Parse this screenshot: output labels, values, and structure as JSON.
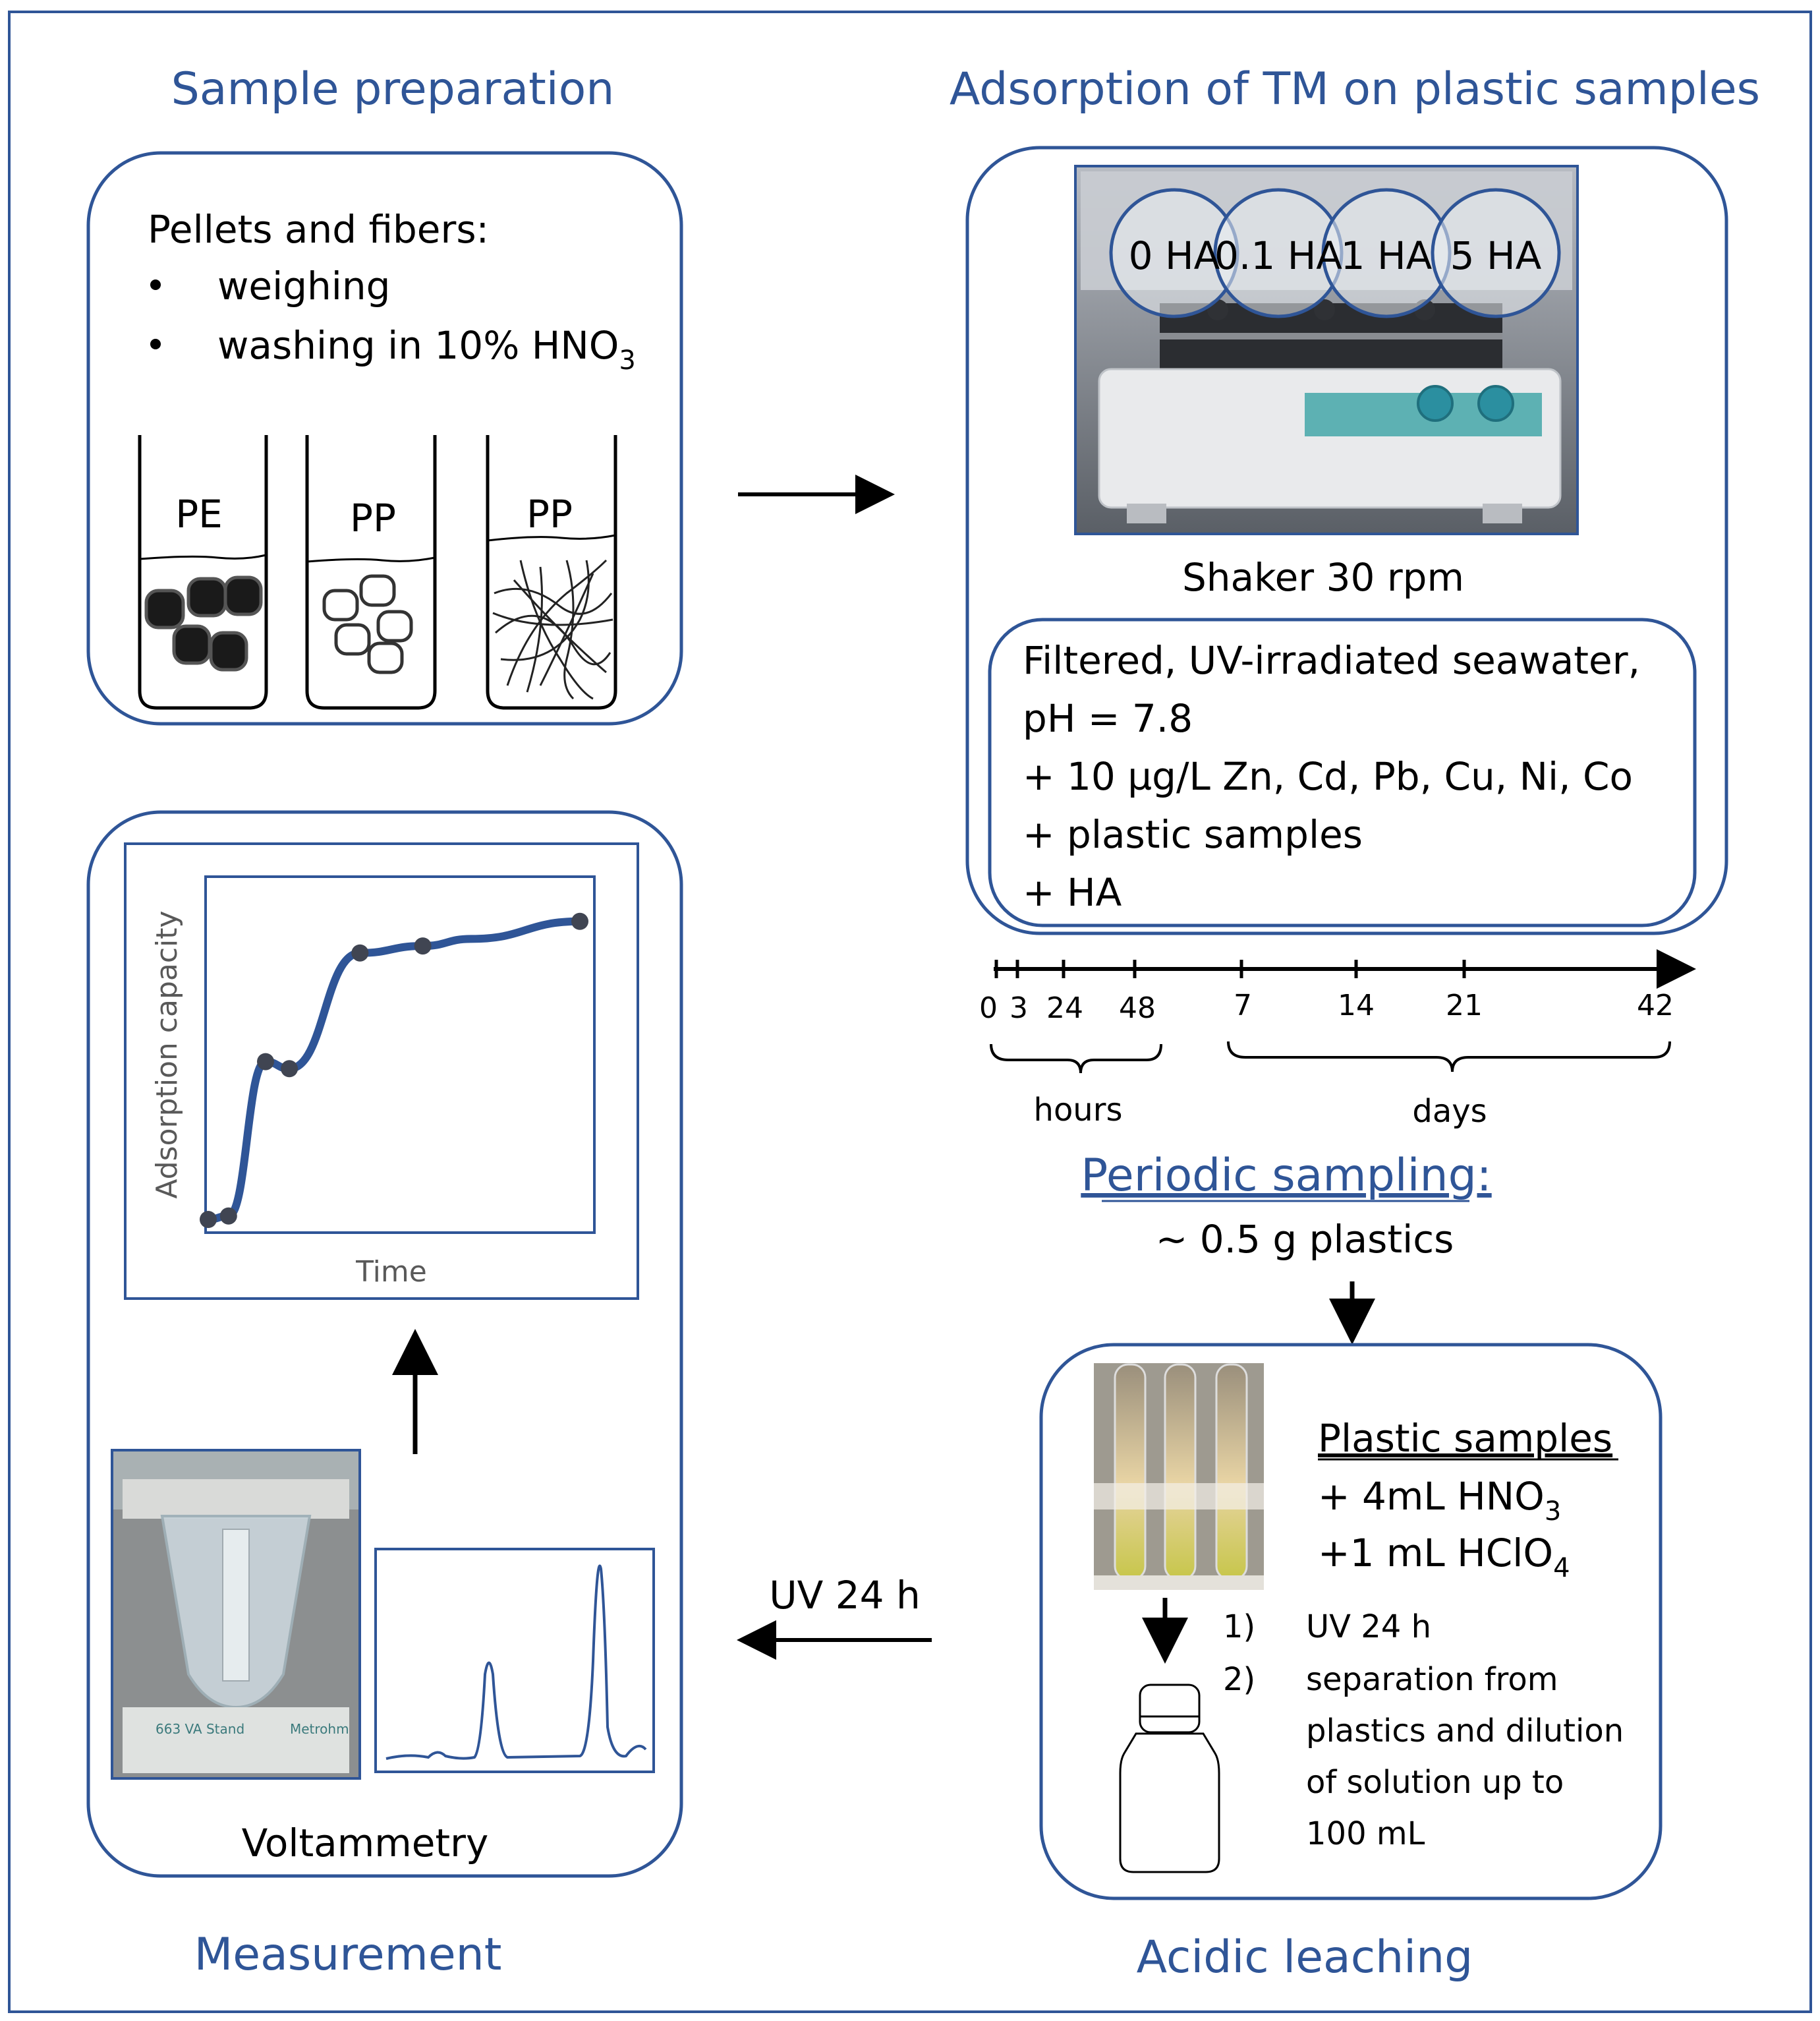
{
  "sections": {
    "sample_preparation": {
      "title": "Sample preparation",
      "heading": "Pellets and fibers:",
      "steps": [
        "weighing",
        "washing in 10% HNO"
      ],
      "step2_subscript": "3",
      "beakers": [
        "PE",
        "PP",
        "PP"
      ]
    },
    "adsorption": {
      "title": "Adsorption of TM on plastic samples",
      "flask_labels": [
        "0 HA",
        "0.1 HA",
        "1 HA",
        "5 HA"
      ],
      "shaker_caption": "Shaker 30 rpm",
      "conditions": [
        "Filtered, UV-irradiated seawater,",
        "pH = 7.8",
        "+ 10 µg/L Zn, Cd, Pb, Cu, Ni, Co",
        "+ plastic samples",
        "+ HA"
      ]
    },
    "timeline": {
      "hour_ticks": [
        "0",
        "3",
        "24",
        "48"
      ],
      "day_ticks": [
        "7",
        "14",
        "21",
        "42"
      ],
      "hours_label": "hours",
      "days_label": "days",
      "sampling_title": "Periodic sampling:",
      "sampling_amount": "~ 0.5 g plastics"
    },
    "acidic_leaching": {
      "title": "Acidic leaching",
      "heading": "Plastic samples",
      "reagent1": "+ 4mL HNO",
      "reagent1_sub": "3",
      "reagent2": "+1 mL HClO",
      "reagent2_sub": "4",
      "step_numbers": [
        "1)",
        "2)"
      ],
      "step1": "UV 24 h",
      "step2_lines": [
        "separation from",
        "plastics and dilution",
        "of solution up to",
        "100 mL"
      ]
    },
    "measurement": {
      "title": "Measurement",
      "ylabel": "Adsorption capacity",
      "xlabel": "Time",
      "caption": "Voltammetry",
      "stand_label": "663  VA Stand",
      "brand_label": "Metrohm"
    },
    "transfer_label": "UV 24 h"
  },
  "colors": {
    "border_blue": "#2f5597",
    "curve_blue": "#2f5597",
    "title_blue": "#2f5597"
  },
  "chart_data": {
    "type": "line",
    "ylabel": "Adsorption capacity",
    "xlabel": "Time",
    "x": [
      0,
      3,
      24,
      48,
      168,
      336,
      504,
      1008
    ],
    "values": [
      0.03,
      0.04,
      0.48,
      0.46,
      0.79,
      0.81,
      0.83,
      0.88
    ]
  }
}
